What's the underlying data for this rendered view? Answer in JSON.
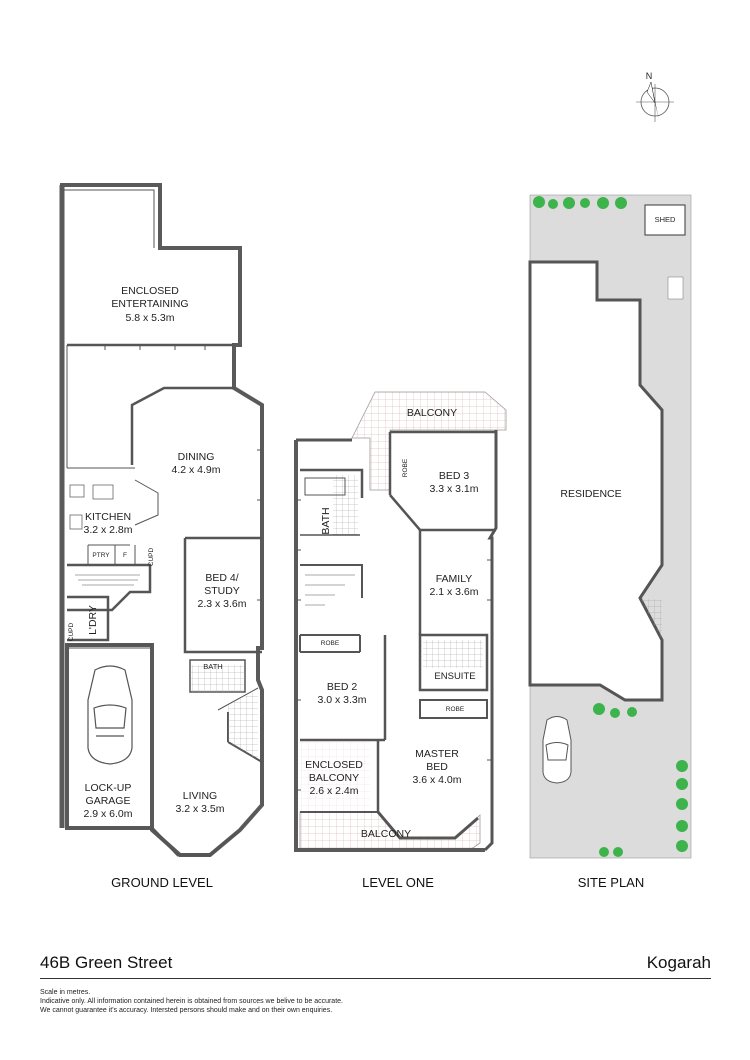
{
  "compass": {
    "label": "N"
  },
  "ground": {
    "title": "GROUND LEVEL",
    "rooms": {
      "entertaining_name": "ENCLOSED\nENTERTAINING",
      "entertaining_dim": "5.8 x 5.3m",
      "dining_name": "DINING",
      "dining_dim": "4.2 x 4.9m",
      "kitchen_name": "KITCHEN",
      "kitchen_dim": "3.2 x 2.8m",
      "bed4_name": "BED 4/\nSTUDY",
      "bed4_dim": "2.3 x 3.6m",
      "laundry_name": "L'DRY",
      "bath_name": "BATH",
      "garage_name": "LOCK-UP\nGARAGE",
      "garage_dim": "2.9 x 6.0m",
      "living_name": "LIVING",
      "living_dim": "3.2 x 3.5m",
      "pantry": "PTRY",
      "fridge": "F",
      "cupd1": "CUPD",
      "cupd2": "CUPD"
    }
  },
  "level_one": {
    "title": "LEVEL ONE",
    "rooms": {
      "balcony_top": "BALCONY",
      "bed3_name": "BED 3",
      "bed3_dim": "3.3 x 3.1m",
      "robe_bed3": "ROBE",
      "bath_name": "BATH",
      "family_name": "FAMILY",
      "family_dim": "2.1 x 3.6m",
      "robe_bed2": "ROBE",
      "bed2_name": "BED 2",
      "bed2_dim": "3.0 x 3.3m",
      "ensuite_name": "ENSUITE",
      "robe_master": "ROBE",
      "master_name": "MASTER\nBED",
      "master_dim": "3.6 x 4.0m",
      "enclosed_balcony_name": "ENCLOSED\nBALCONY",
      "enclosed_balcony_dim": "2.6 x 2.4m",
      "balcony_bottom": "BALCONY"
    }
  },
  "site_plan": {
    "title": "SITE PLAN",
    "residence": "RESIDENCE",
    "shed": "SHED"
  },
  "footer": {
    "address": "46B Green Street",
    "suburb": "Kogarah",
    "note1": "Scale in metres.",
    "note2": "Indicative only. All information contained herein is obtained from sources we belive to be accurate.",
    "note3": "We cannot guarantee it's accuracy. Intersted persons should make and on their own enquiries."
  },
  "colors": {
    "wall": "#555555",
    "site_fill": "#d9d9d9",
    "shrub": "#3fb34f",
    "hatch": "#d8a8a8"
  }
}
